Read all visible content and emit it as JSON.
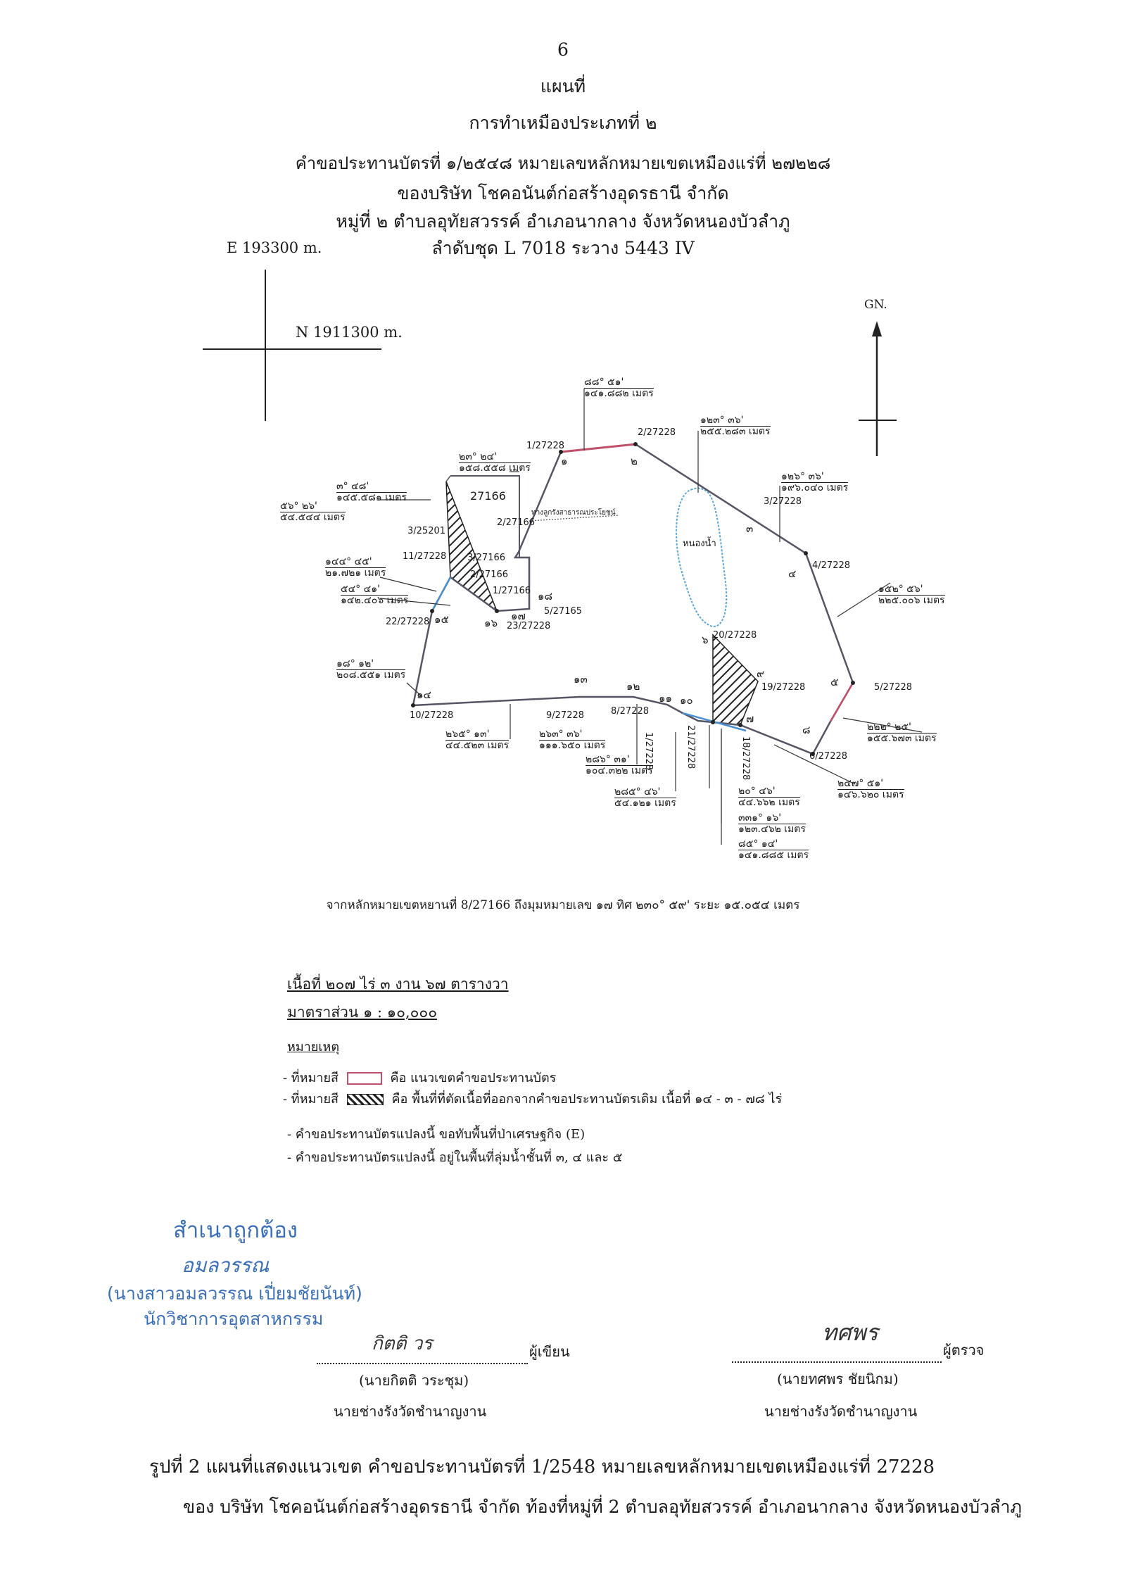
{
  "page_number": "6",
  "header": {
    "line1": "แผนที่",
    "line2": "การทำเหมืองประเภทที่ ๒",
    "line3": "คำขอประทานบัตรที่ ๑/๒๕๔๘ หมายเลขหลักหมายเขตเหมืองแร่ที่ ๒๗๒๒๘",
    "line4": "ของบริษัท โชคอนันต์ก่อสร้างอุดรธานี จำกัด",
    "line5": "หมู่ที่ ๒ ตำบลอุทัยสวรรค์ อำเภอนากลาง จังหวัดหนองบัวลำภู",
    "line6": "ลำดับชุด L 7018 ระวาง 5443 IV"
  },
  "grid": {
    "easting": "E 193300 m.",
    "northing": "N 1911300 m."
  },
  "north_label": "GN.",
  "map": {
    "stations": [
      "๑",
      "๒",
      "๓",
      "๔",
      "๕",
      "๖",
      "๗",
      "๘",
      "๙",
      "๑๐",
      "๑๑",
      "๑๒",
      "๑๓",
      "๑๔",
      "๑๕",
      "๑๖",
      "๑๗",
      "๑๘"
    ],
    "markers": {
      "m1": "1/27228",
      "m2": "2/27228",
      "m3": "3/27228",
      "m4": "4/27228",
      "m5": "5/27228",
      "m6": "6/27228",
      "m9": "9/27228",
      "m8": "8/27228",
      "m10": "10/27228",
      "m1v": "1/27228",
      "m21": "21/27228",
      "m18": "18/27228",
      "m19": "19/27228",
      "m20": "20/27228",
      "m22": "22/27228",
      "m23": "23/27228",
      "m11": "11/27228",
      "k27166": "27166",
      "k2_27166": "2/27166",
      "k3_27166": "3/27166",
      "k1_27166": "1/27166",
      "k5_27165": "5/27165",
      "k2b_27166": "2/27166",
      "k3_25201": "3/25201"
    },
    "inner_labels": {
      "swamp": "หนองน้ำ",
      "road": "ทางลูกรังสาธารณประโยชน์"
    },
    "measurements": [
      {
        "angle": "๘๘° ๕๑'",
        "dist": "๑๔๑.๘๘๒ เมตร"
      },
      {
        "angle": "๑๒๓° ๓๖'",
        "dist": "๒๕๕.๒๘๓ เมตร"
      },
      {
        "angle": "๑๒๖° ๓๖'",
        "dist": "๑๙๖.๐๔๐ เมตร"
      },
      {
        "angle": "๑๕๒° ๕๖'",
        "dist": "๒๒๕.๐๐๖ เมตร"
      },
      {
        "angle": "๒๒๒° ๒๕'",
        "dist": "๑๕๕.๖๗๓ เมตร"
      },
      {
        "angle": "๒๔๗° ๕๑'",
        "dist": "๑๔๖.๖๒๐ เมตร"
      },
      {
        "angle": "๒๐° ๔๖'",
        "dist": "๔๔.๖๖๒ เมตร"
      },
      {
        "angle": "๓๓๑° ๑๖'",
        "dist": "๑๒๓.๔๖๒ เมตร"
      },
      {
        "angle": "๘๕° ๑๔'",
        "dist": "๑๔๑.๘๘๕ เมตร"
      },
      {
        "angle": "๒๘๕° ๔๖'",
        "dist": "๕๔.๑๒๑ เมตร"
      },
      {
        "angle": "๒๘๖° ๓๑'",
        "dist": "๑๐๔.๓๒๒ เมตร"
      },
      {
        "angle": "๒๖๓° ๓๖'",
        "dist": "๑๑๑.๖๕๐ เมตร"
      },
      {
        "angle": "๒๖๕° ๑๓'",
        "dist": "๔๔.๕๒๓ เมตร"
      },
      {
        "angle": "๑๘° ๑๒'",
        "dist": "๒๐๘.๕๕๑ เมตร"
      },
      {
        "angle": "๑๔๔° ๔๕'",
        "dist": "๒๑.๗๒๑ เมตร"
      },
      {
        "angle": "๕๔° ๔๑'",
        "dist": "๑๔๒.๔๐๖ เมตร"
      },
      {
        "angle": "๓° ๔๘'",
        "dist": "๑๔๕.๕๘๑ เมตร"
      },
      {
        "angle": "๕๖° ๒๖'",
        "dist": "๕๔.๕๔๔ เมตร"
      },
      {
        "angle": "๒๓° ๒๔'",
        "dist": "๑๕๘.๕๕๘ เมตร"
      }
    ]
  },
  "tie_line": "จากหลักหมายเขตหยานที่ 8/27166 ถึงมุมหมายเลข ๑๗ ทิศ ๒๓๐° ๕๙' ระยะ ๑๕.๐๕๔ เมตร",
  "area_text": "เนื้อที่ ๒๐๗ ไร่ ๓ งาน ๖๗ ตารางวา",
  "scale_text": "มาตราส่วน ๑ : ๑๐,๐๐๐",
  "remarks_title": "หมายเหตุ",
  "remarks": [
    {
      "prefix": "- ที่หมายสี",
      "text": "คือ แนวเขตคำขอประทานบัตร"
    },
    {
      "prefix": "- ที่หมายสี",
      "text": "คือ พื้นที่ที่ตัดเนื้อที่ออกจากคำขอประทานบัตรเดิม เนื้อที่ ๑๔ - ๓ - ๗๘ ไร่"
    },
    {
      "text": "- คำขอประทานบัตรแปลงนี้ ขอทับพื้นที่ป่าเศรษฐกิจ (E)"
    },
    {
      "text": "- คำขอประทานบัตรแปลงนี้ อยู่ในพื้นที่ลุ่มน้ำชั้นที่ ๓, ๔ และ ๕"
    }
  ],
  "stamp": {
    "title": "สำเนาถูกต้อง",
    "sign": "อมลวรรณ",
    "name": "(นางสาวอมลวรรณ เปี่ยมชัยนันท์)",
    "position": "นักวิชาการอุตสาหกรรม"
  },
  "signatures": [
    {
      "sign": "กิตติ วร",
      "role": "ผู้เขียน",
      "name": "(นายกิตติ วระชุม)",
      "position": "นายช่างรังวัดชำนาญงาน"
    },
    {
      "sign": "ทศพร",
      "role": "ผู้ตรวจ",
      "name": "(นายทศพร ชัยนิกม)",
      "position": "นายช่างรังวัดชำนาญงาน"
    }
  ],
  "caption": {
    "line1": "รูปที่ 2 แผนที่แสดงแนวเขต คำขอประทานบัตรที่ 1/2548 หมายเลขหลักหมายเขตเหมืองแร่ที่ 27228",
    "line2": "ของ บริษัท โชคอนันต์ก่อสร้างอุดรธานี จำกัด ท้องที่หมู่ที่ 2 ตำบลอุทัยสวรรค์ อำเภอนากลาง จังหวัดหนองบัวลำภู"
  },
  "colors": {
    "boundary": "#c0506a",
    "outline": "#555566",
    "hatch": "#222222",
    "stamp": "#3a6fb8",
    "swamp": "#5aa7d8",
    "blue_line": "#4a90d0"
  }
}
